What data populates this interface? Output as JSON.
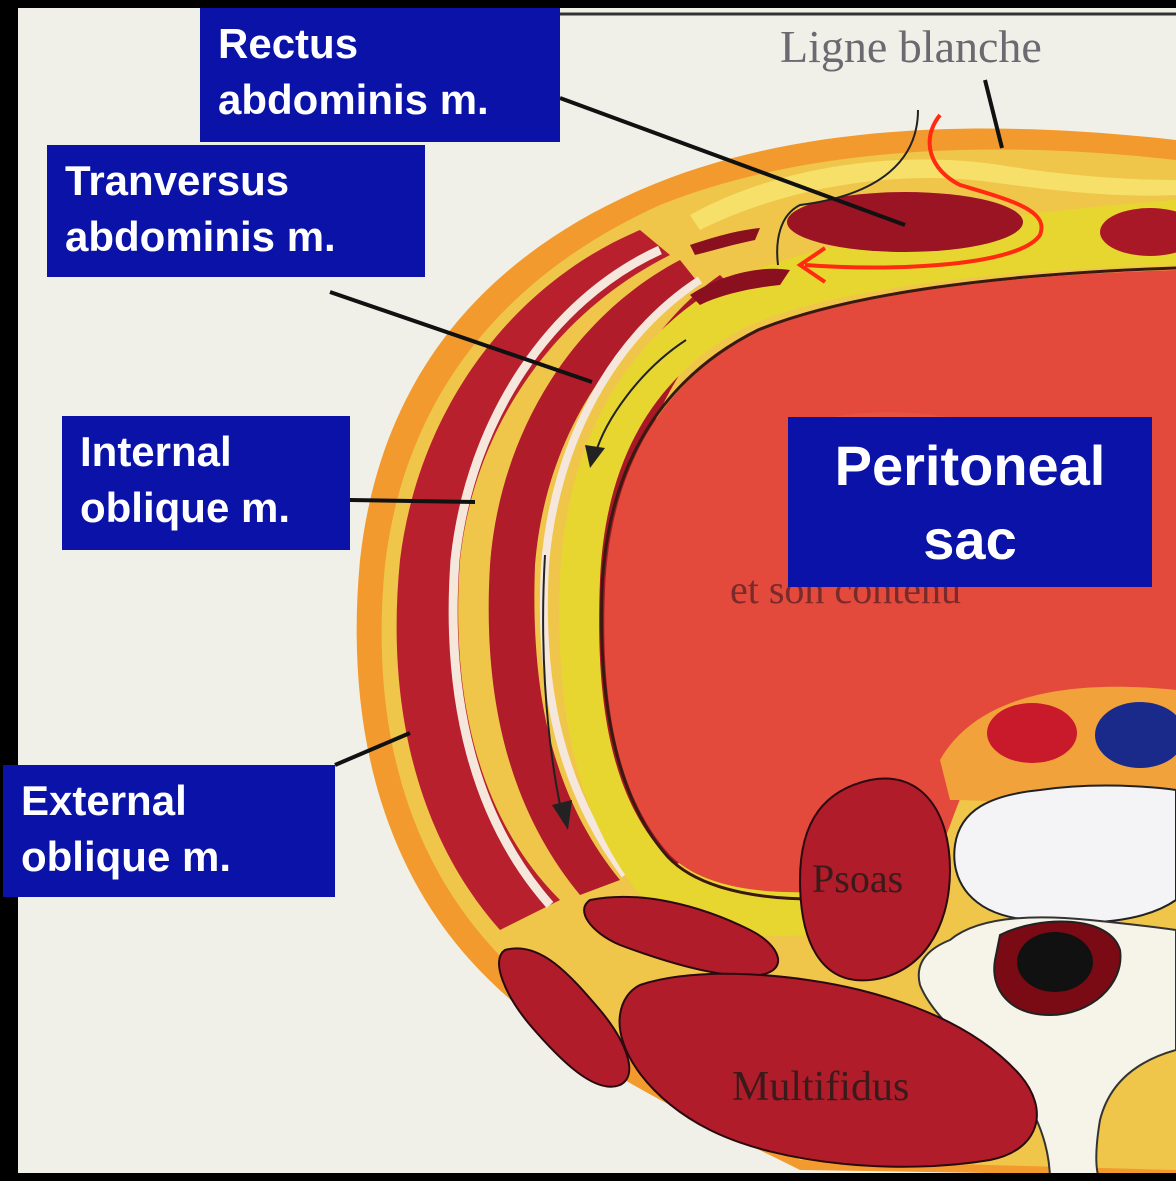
{
  "labels": {
    "rectus": [
      "Rectus",
      "abdominis m."
    ],
    "transversus": [
      "Tranversus",
      "abdominis m."
    ],
    "internal_oblique": [
      "Internal",
      "oblique m."
    ],
    "external_oblique": [
      "External",
      "oblique m."
    ],
    "peritoneal": [
      "Peritoneal",
      "sac"
    ]
  },
  "figure_text": {
    "ligne_blanche": "Ligne blanche",
    "psoas": "Psoas",
    "multifidus": "Multifidus",
    "partial_caption": "et son contenu"
  },
  "colors": {
    "label_bg": "#0a12a8",
    "label_text": "#ffffff",
    "muscle": "#b8202e",
    "peritoneum_yellow": "#e4d02a",
    "cavity": "#e24a3d",
    "fat_orange": "#f2a23a",
    "redline": "#ff2a10",
    "paper": "#f1f0e8",
    "frame": "#000000"
  }
}
